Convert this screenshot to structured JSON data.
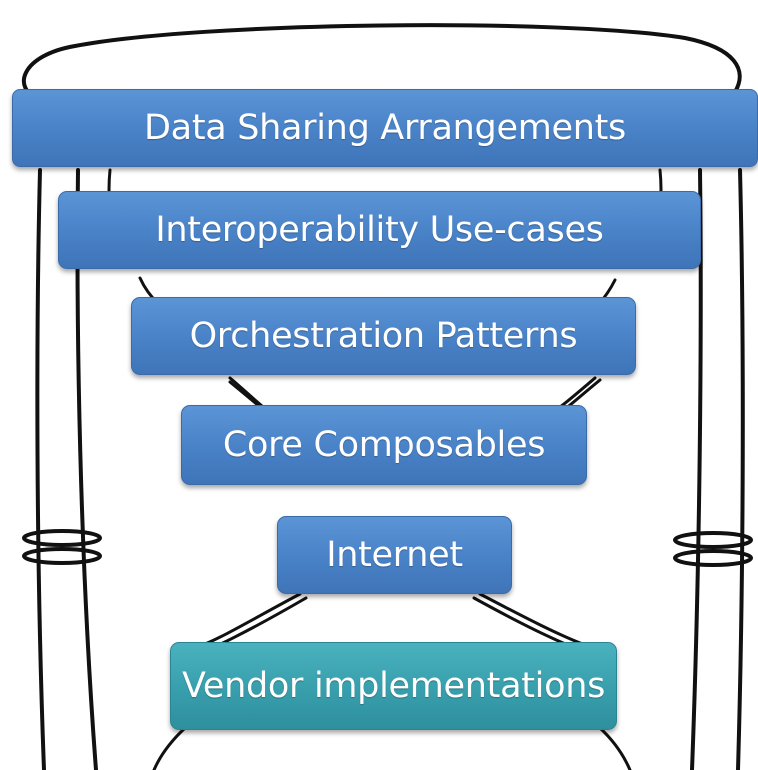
{
  "layers": [
    {
      "label": "Data Sharing Arrangements",
      "color": "#4a83c8"
    },
    {
      "label": "Interoperability Use-cases",
      "color": "#4a83c8"
    },
    {
      "label": "Orchestration Patterns",
      "color": "#4a83c8"
    },
    {
      "label": "Core Composables",
      "color": "#4a83c8"
    },
    {
      "label": "Internet",
      "color": "#4a83c8"
    },
    {
      "label": "Vendor implementations",
      "color": "#39a0ae"
    }
  ],
  "colors": {
    "ink": "#111111",
    "layer_blue": "#4a83c8",
    "layer_teal": "#39a0ae"
  }
}
